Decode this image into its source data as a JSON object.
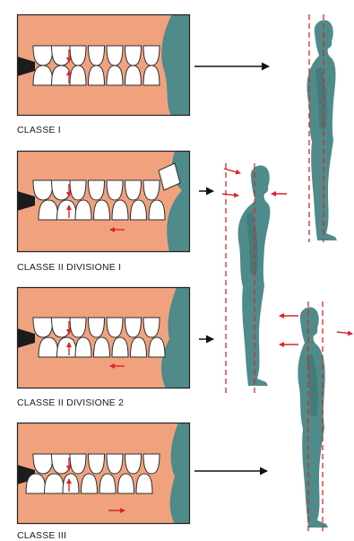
{
  "colors": {
    "gum": "#f0a27f",
    "lip": "#4e8b8a",
    "tooth": "#ffffff",
    "tooth_outline": "#2d2d2d",
    "mouth_dark": "#1c1c1c",
    "frame": "#222222",
    "figure": "#4e8b8a",
    "force_arrow": "#d9252b",
    "guide_line": "#d9252b",
    "connector": "#111111"
  },
  "icons": [
    "tooth-icon",
    "human-figure-icon",
    "arrow-right-icon"
  ],
  "panels": [
    {
      "id": "classe-1",
      "label": "CLASSE I",
      "posture": "neutral"
    },
    {
      "id": "classe-2-1",
      "label": "CLASSE II DIVISIONE I",
      "posture": "forward"
    },
    {
      "id": "classe-2-2",
      "label": "CLASSE II DIVISIONE 2",
      "posture": "forward"
    },
    {
      "id": "classe-3",
      "label": "CLASSE III",
      "posture": "backward"
    }
  ]
}
